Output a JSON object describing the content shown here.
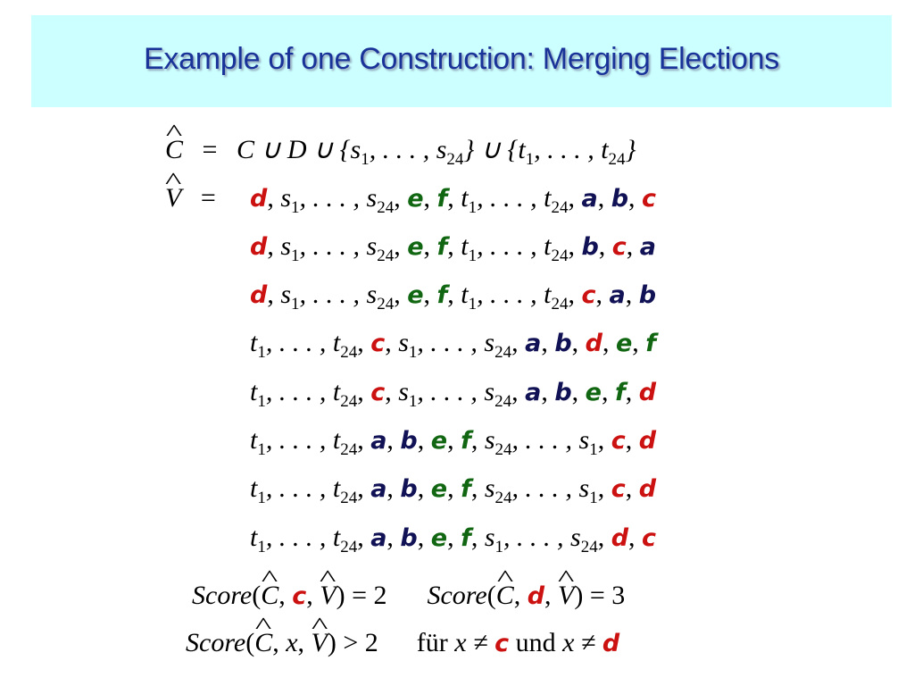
{
  "title": "Example of one Construction: Merging Elections",
  "def_c": {
    "lhs": "C",
    "eq": "=",
    "rhs_a": "C ∪ D ∪ {s",
    "sub1": "1",
    "mid1": ", . . . , s",
    "sub24": "24",
    "rhs_b": "} ∪ {t",
    "mid2": ", . . . , t",
    "rhs_c": "}"
  },
  "def_v": {
    "lhs": "V",
    "eq": "="
  },
  "candidates": {
    "a": {
      "label": "a",
      "color": "#111155"
    },
    "b": {
      "label": "b",
      "color": "#111155"
    },
    "c": {
      "label": "c",
      "color": "#cc1111"
    },
    "d": {
      "label": "d",
      "color": "#cc1111"
    },
    "e": {
      "label": "e",
      "color": "#116611"
    },
    "f": {
      "label": "f",
      "color": "#116611"
    }
  },
  "votes": [
    [
      "d",
      "s1..s24",
      "e",
      "f",
      "t1..t24",
      "a",
      "b",
      "c"
    ],
    [
      "d",
      "s1..s24",
      "e",
      "f",
      "t1..t24",
      "b",
      "c",
      "a"
    ],
    [
      "d",
      "s1..s24",
      "e",
      "f",
      "t1..t24",
      "c",
      "a",
      "b"
    ],
    [
      "t1..t24",
      "c",
      "s1..s24",
      "a",
      "b",
      "d",
      "e",
      "f"
    ],
    [
      "t1..t24",
      "c",
      "s1..s24",
      "a",
      "b",
      "e",
      "f",
      "d"
    ],
    [
      "t1..t24",
      "a",
      "b",
      "e",
      "f",
      "s24..s1",
      "c",
      "d"
    ],
    [
      "t1..t24",
      "a",
      "b",
      "e",
      "f",
      "s24..s1",
      "c",
      "d"
    ],
    [
      "t1..t24",
      "a",
      "b",
      "e",
      "f",
      "s1..s24",
      "d",
      "c"
    ]
  ],
  "score_line_1": {
    "word": "Score",
    "left_c": "c",
    "left_value": "= 2",
    "right_d": "d",
    "right_value": "= 3"
  },
  "score_line_2": {
    "word": "Score",
    "var": "x",
    "rel": "> 2",
    "fuer": "für",
    "neq1": "x ≠",
    "c": "c",
    "und": "und",
    "neq2": "x ≠",
    "d": "d"
  }
}
